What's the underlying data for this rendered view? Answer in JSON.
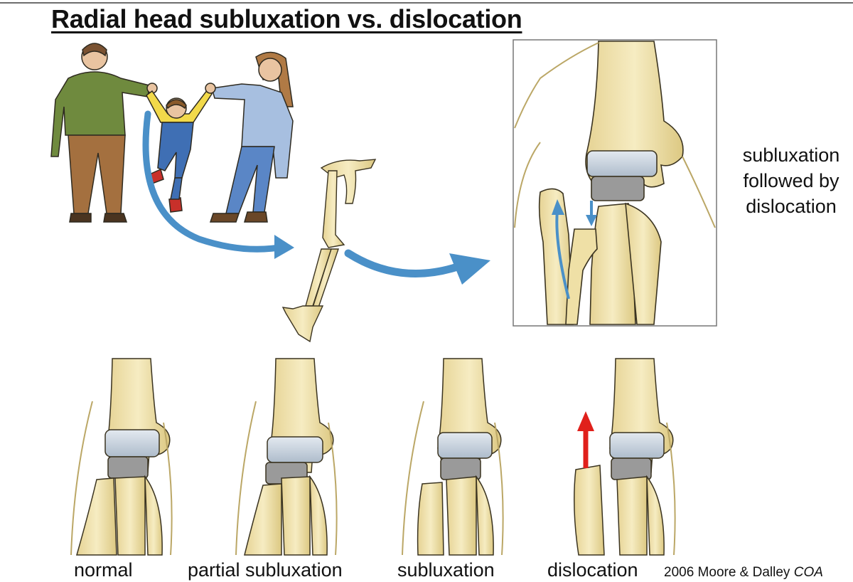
{
  "title": "Radial head subluxation vs. dislocation",
  "side_label": [
    "subluxation",
    "followed by",
    "dislocation"
  ],
  "panel_captions": {
    "normal": "normal",
    "partial": "partial subluxation",
    "subluxation": "subluxation",
    "dislocation": "dislocation"
  },
  "credit": {
    "text": "2006 Moore & Dalley ",
    "italic": "COA"
  },
  "colors": {
    "bone": "#f3e6b4",
    "bone_shade": "#d9c784",
    "outline": "#3a3320",
    "cartilage": "#c9d3de",
    "ligament": "#8d8d8d",
    "arrow_blue": "#4a90c8",
    "arrow_red": "#e0201b"
  }
}
